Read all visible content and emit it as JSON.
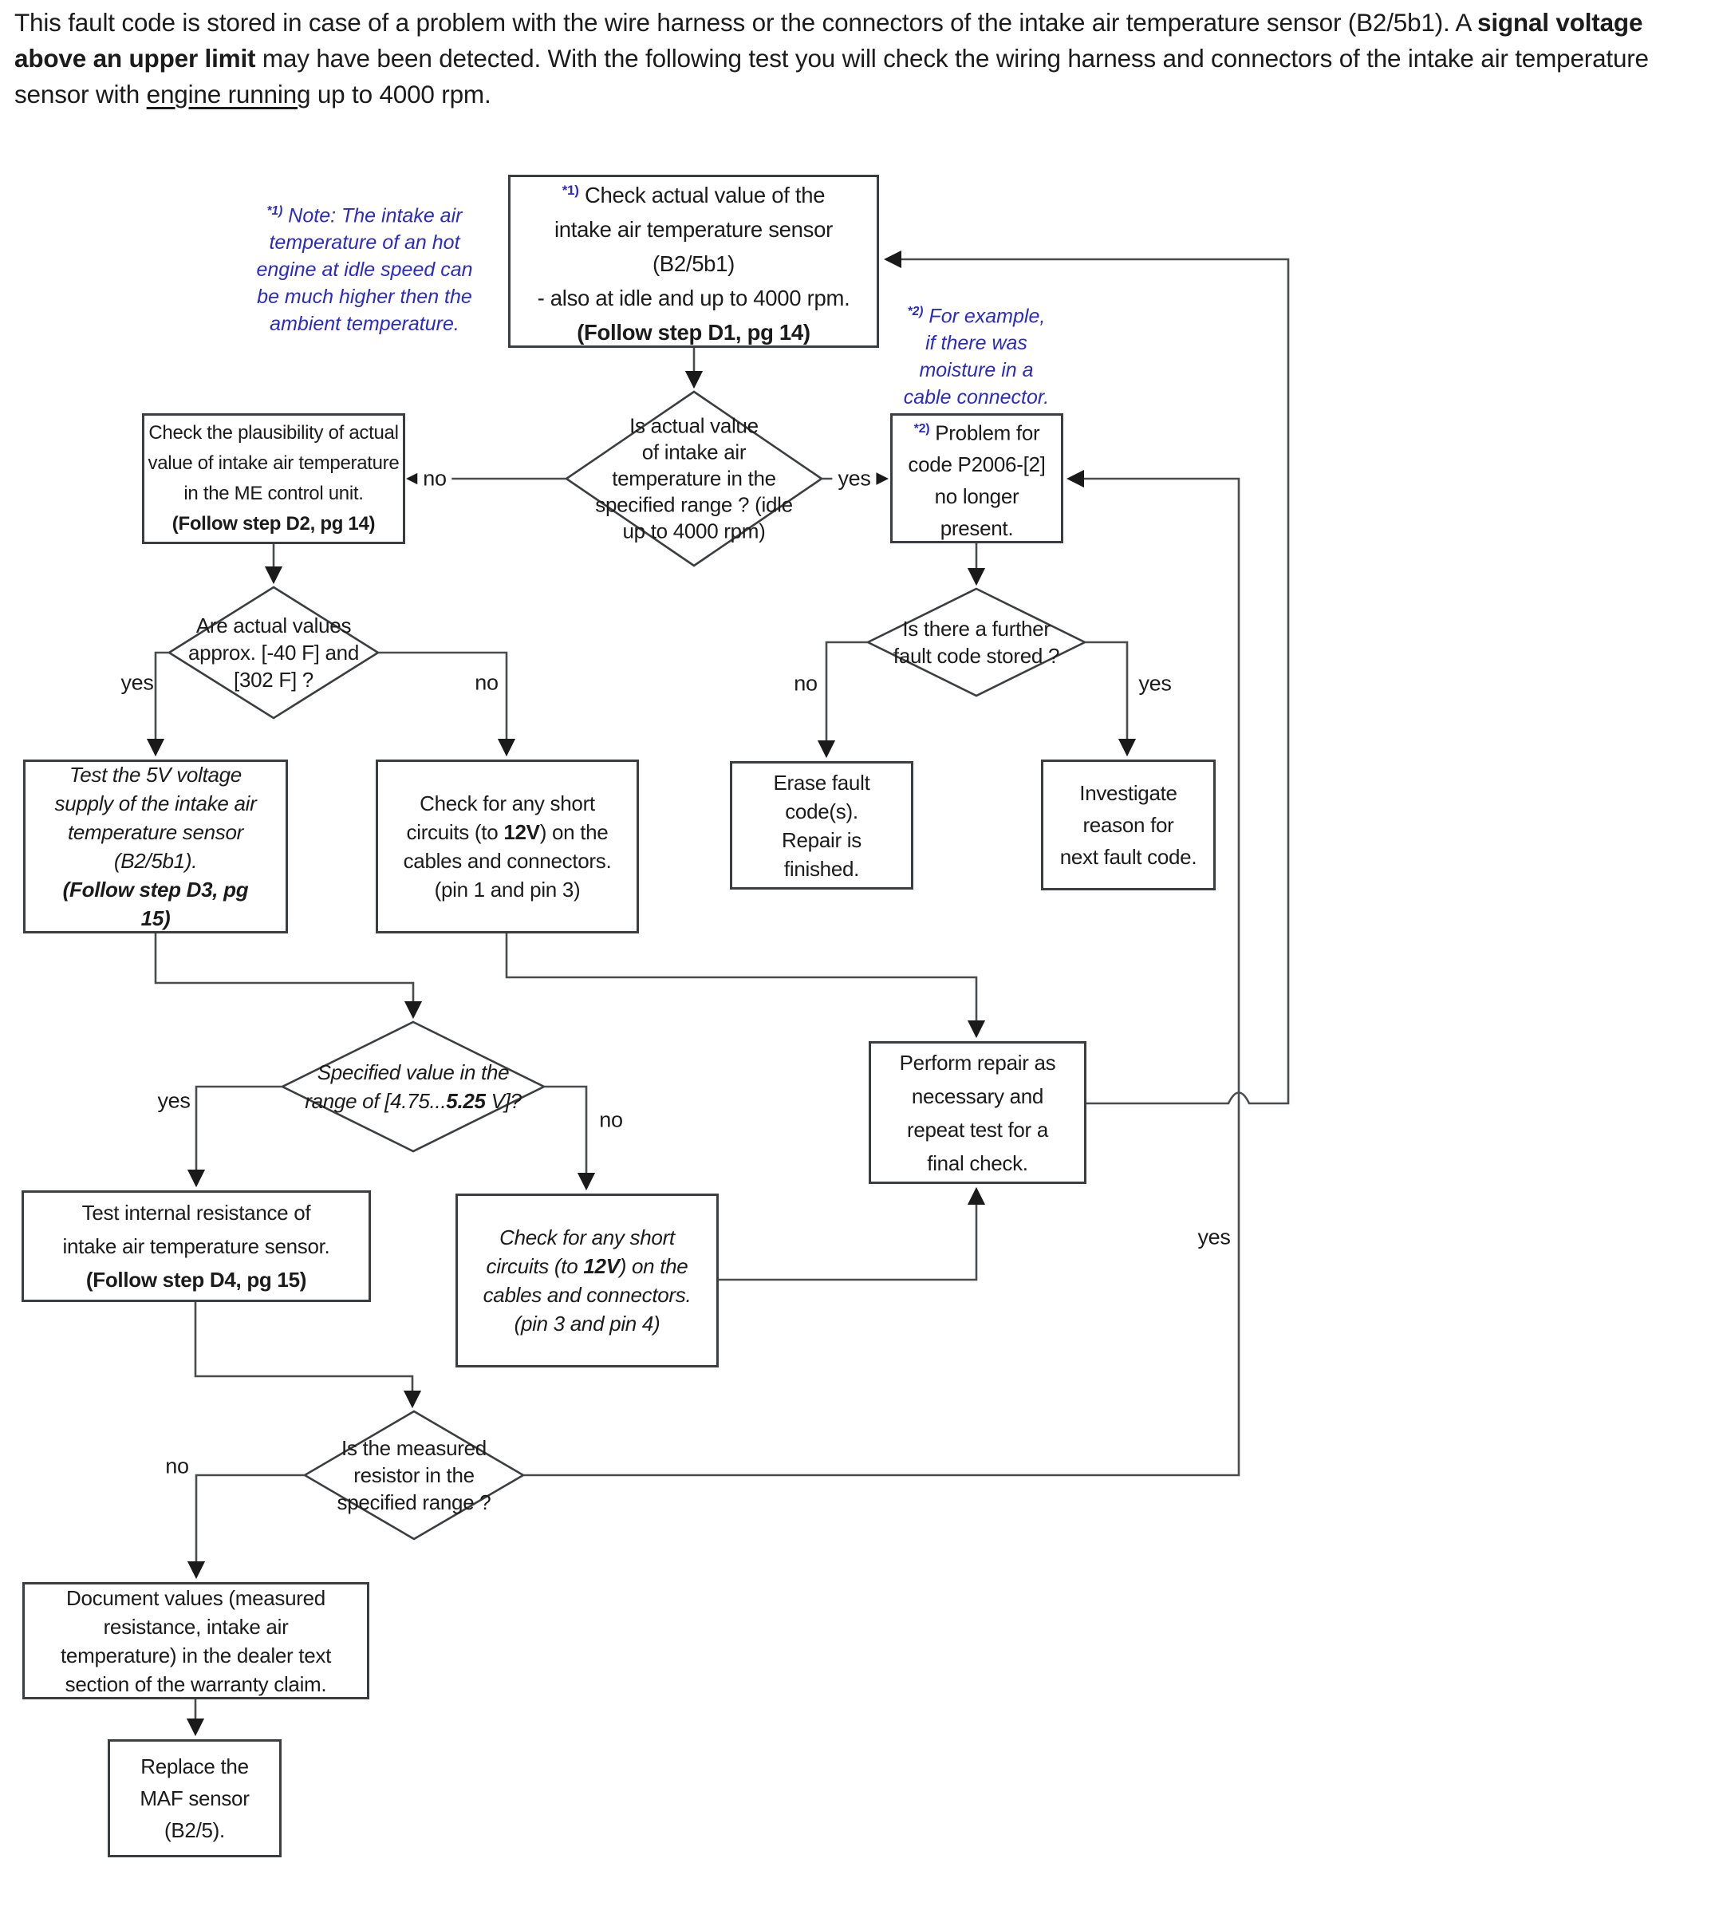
{
  "colors": {
    "note_blue": "#2b2bc4",
    "line": "#4a4d4f",
    "border": "#3b3e40",
    "text": "#1b1b1b",
    "background": "#ffffff"
  },
  "header": {
    "parts": [
      {
        "t": "This fault code is stored in case of a problem with the wire harness or the connectors of the intake air temperature sensor (B2/5b1). A "
      },
      {
        "t": "signal voltage above an upper limit",
        "b": 1
      },
      {
        "t": " may have been detected. With the following test you will check the wiring harness and connectors of the intake air temperature sensor with "
      },
      {
        "t": "engine running",
        "u": 1
      },
      {
        "t": " up to 4000 rpm."
      }
    ]
  },
  "notes": {
    "note1": {
      "lines": [
        [
          {
            "t": "*1)",
            "sup": 1
          },
          {
            "t": " Note: The intake air"
          }
        ],
        [
          {
            "t": "temperature of an hot"
          }
        ],
        [
          {
            "t": "engine at idle speed can"
          }
        ],
        [
          {
            "t": "be much higher then the"
          }
        ],
        [
          {
            "t": "ambient temperature."
          }
        ]
      ]
    },
    "note2": {
      "lines": [
        [
          {
            "t": "*2)",
            "sup": 1
          },
          {
            "t": " For example,"
          }
        ],
        [
          {
            "t": "if there was"
          }
        ],
        [
          {
            "t": "moisture in a"
          }
        ],
        [
          {
            "t": "cable connector."
          }
        ]
      ]
    }
  },
  "nodes": {
    "check_actual_value": {
      "lines": [
        [
          {
            "t": "*1)",
            "sup": 1
          },
          {
            "t": " Check actual value of the"
          }
        ],
        [
          {
            "t": "intake air temperature sensor"
          }
        ],
        [
          {
            "t": "(B2/5b1)"
          }
        ],
        [
          {
            "t": "- also at idle and up to 4000 rpm."
          }
        ],
        [
          {
            "t": "(Follow step D1, pg 14)",
            "b": 1
          }
        ]
      ]
    },
    "check_plausibility": {
      "lines": [
        [
          {
            "t": "Check the plausibility of actual"
          }
        ],
        [
          {
            "t": "value of intake air temperature"
          }
        ],
        [
          {
            "t": "in the ME control unit."
          }
        ],
        [
          {
            "t": "(Follow step D2, pg 14)",
            "b": 1
          }
        ]
      ]
    },
    "problem_gone": {
      "lines": [
        [
          {
            "t": "*2)",
            "sup": 1
          },
          {
            "t": " Problem for"
          }
        ],
        [
          {
            "t": "code P2006-[2]"
          }
        ],
        [
          {
            "t": "no longer"
          }
        ],
        [
          {
            "t": "present."
          }
        ]
      ]
    },
    "test_5v": {
      "lines": [
        [
          {
            "t": "Test the 5V voltage"
          }
        ],
        [
          {
            "t": "supply of the intake air"
          }
        ],
        [
          {
            "t": "temperature sensor"
          }
        ],
        [
          {
            "t": "(B2/5b1)."
          }
        ],
        [
          {
            "t": "(Follow step D3, pg",
            "b": 1
          }
        ],
        [
          {
            "t": "15)",
            "b": 1
          }
        ]
      ]
    },
    "short_pin1_3": {
      "lines": [
        [
          {
            "t": "Check for any short"
          }
        ],
        [
          {
            "t": "circuits (to "
          },
          {
            "t": "12V",
            "b": 1
          },
          {
            "t": ") on the"
          }
        ],
        [
          {
            "t": "cables and connectors."
          }
        ],
        [
          {
            "t": "(pin 1 and pin 3)"
          }
        ]
      ]
    },
    "erase_fault": {
      "lines": [
        [
          {
            "t": "Erase fault"
          }
        ],
        [
          {
            "t": "code(s)."
          }
        ],
        [
          {
            "t": "Repair is"
          }
        ],
        [
          {
            "t": "finished."
          }
        ]
      ]
    },
    "investigate": {
      "lines": [
        [
          {
            "t": "Investigate"
          }
        ],
        [
          {
            "t": "reason for"
          }
        ],
        [
          {
            "t": "next fault code."
          }
        ]
      ]
    },
    "perform_repair": {
      "lines": [
        [
          {
            "t": "Perform repair as"
          }
        ],
        [
          {
            "t": "necessary and"
          }
        ],
        [
          {
            "t": "repeat test  for a"
          }
        ],
        [
          {
            "t": "final check."
          }
        ]
      ]
    },
    "test_internal": {
      "lines": [
        [
          {
            "t": "Test internal resistance of"
          }
        ],
        [
          {
            "t": "intake air temperature sensor."
          }
        ],
        [
          {
            "t": "(Follow step D4, pg 15)",
            "b": 1
          }
        ]
      ]
    },
    "short_pin3_4": {
      "lines": [
        [
          {
            "t": "Check for any short"
          }
        ],
        [
          {
            "t": "circuits (to "
          },
          {
            "t": "12V",
            "b": 1
          },
          {
            "t": ") on the"
          }
        ],
        [
          {
            "t": "cables and connectors."
          }
        ],
        [
          {
            "t": "(pin 3 and pin 4)"
          }
        ]
      ]
    },
    "document_values": {
      "lines": [
        [
          {
            "t": "Document values (measured"
          }
        ],
        [
          {
            "t": "resistance, intake air"
          }
        ],
        [
          {
            "t": "temperature) in the dealer text"
          }
        ],
        [
          {
            "t": "section of the warranty claim."
          }
        ]
      ]
    },
    "replace_maf": {
      "lines": [
        [
          {
            "t": "Replace the"
          }
        ],
        [
          {
            "t": "MAF sensor"
          }
        ],
        [
          {
            "t": "(B2/5)."
          }
        ]
      ]
    },
    "d1": {
      "lines": [
        [
          {
            "t": "Is actual value"
          }
        ],
        [
          {
            "t": "of intake air"
          }
        ],
        [
          {
            "t": "temperature in the"
          }
        ],
        [
          {
            "t": "specified range ? (idle"
          }
        ],
        [
          {
            "t": "up to 4000 rpm)"
          }
        ]
      ]
    },
    "d2": {
      "lines": [
        [
          {
            "t": "Are actual values"
          }
        ],
        [
          {
            "t": "approx. [-40 F] and"
          }
        ],
        [
          {
            "t": "[302 F] ?"
          }
        ]
      ]
    },
    "d3": {
      "lines": [
        [
          {
            "t": "Is there a further"
          }
        ],
        [
          {
            "t": "fault code stored ?"
          }
        ]
      ]
    },
    "d4": {
      "lines": [
        [
          {
            "t": "Specified value in the"
          }
        ],
        [
          {
            "t": "range of [4.75..."
          },
          {
            "t": "5.25",
            "b": 1
          },
          {
            "t": " V]?"
          }
        ]
      ]
    },
    "d5": {
      "lines": [
        [
          {
            "t": "Is the measured"
          }
        ],
        [
          {
            "t": "resistor in the"
          }
        ],
        [
          {
            "t": "specified range ?"
          }
        ]
      ]
    }
  },
  "edge_labels": {
    "no1": "no",
    "yes1": "yes",
    "yes2": "yes",
    "no2": "no",
    "no3": "no",
    "yes3": "yes",
    "yes4": "yes",
    "no4": "no",
    "yes5": "yes",
    "no5": "no"
  }
}
